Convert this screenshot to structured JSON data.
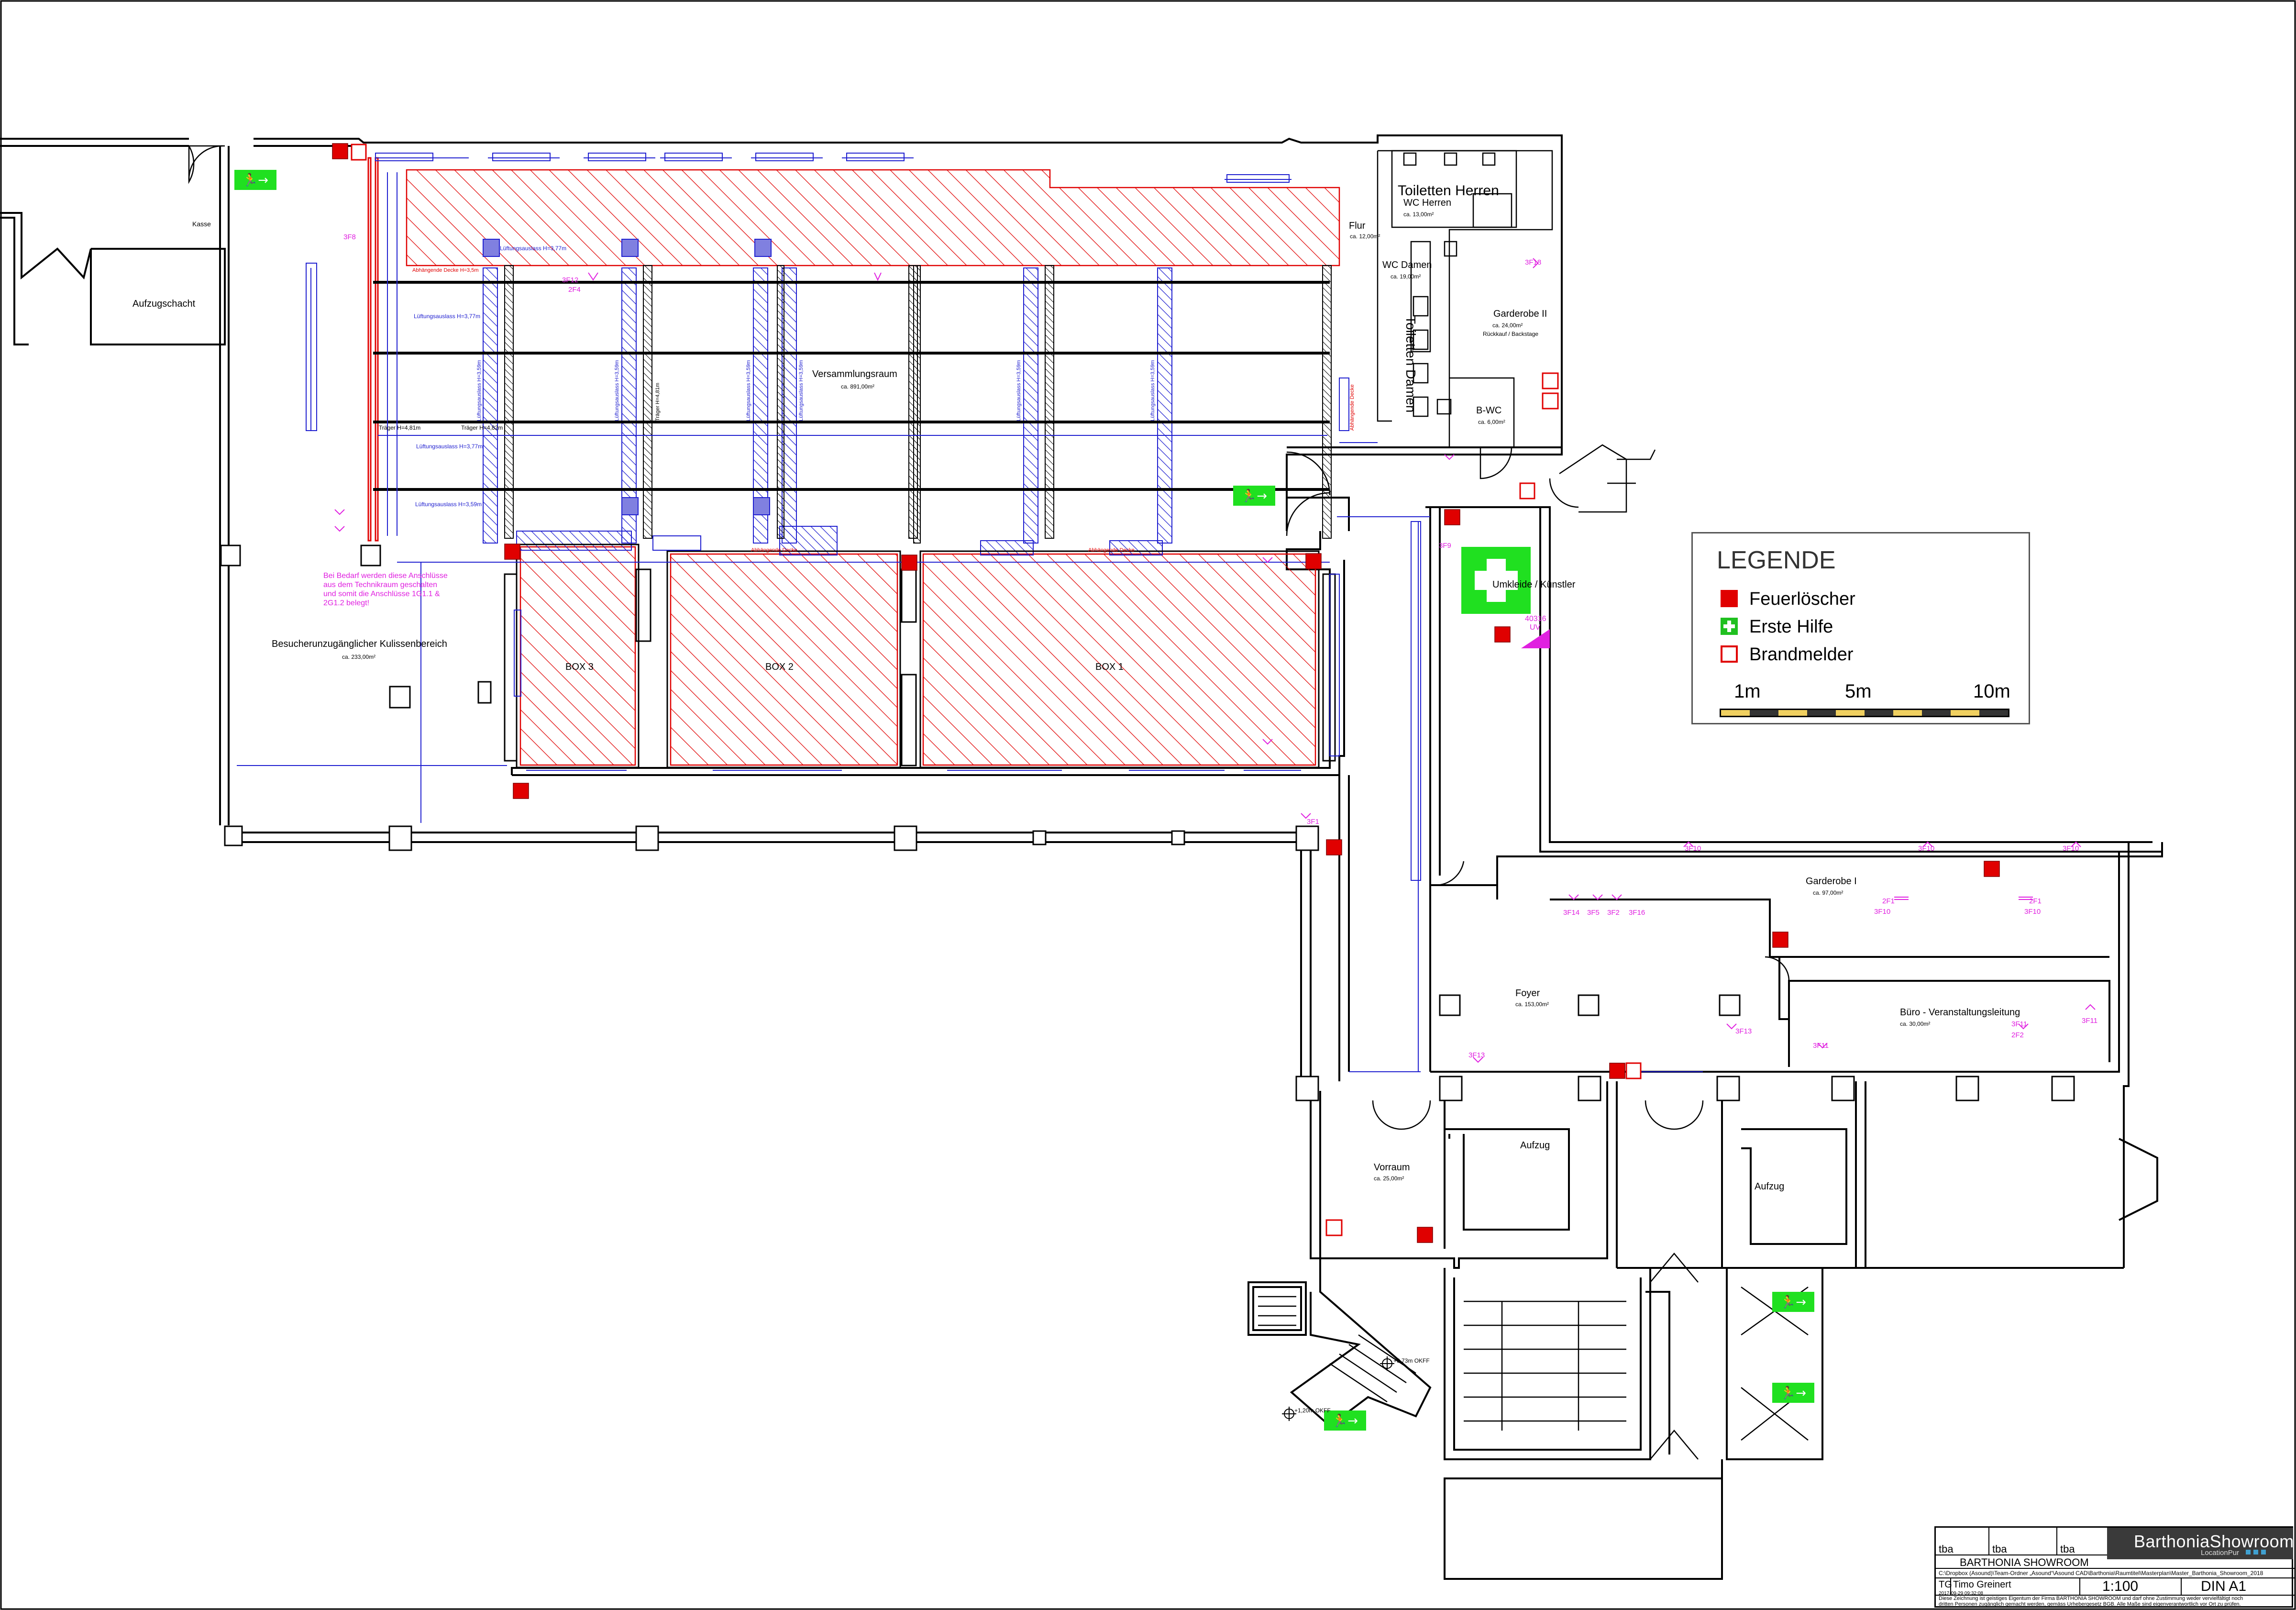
{
  "rooms": {
    "kasse": "Kasse",
    "aufzugschacht": "Aufzugschacht",
    "versammlungsraum": "Versammlungsraum",
    "versammlungsraum_area": "ca. 891,00m²",
    "kulissen": "Besucherunzugänglicher Kulissenbereich",
    "kulissen_area": "ca. 233,00m²",
    "box3": "BOX 3",
    "box2": "BOX 2",
    "box1": "BOX 1",
    "toiletten_herren": "Toiletten Herren",
    "wc_herren": "WC Herren",
    "wc_herren_area": "ca. 13,00m²",
    "flur": "Flur",
    "flur_area": "ca. 12,00m²",
    "wc_damen": "WC Damen",
    "wc_damen_area": "ca. 19,00m²",
    "toiletten_damen": "Toiletten Damen",
    "garderobe2": "Garderobe II",
    "garderobe2_area": "ca. 24,00m²",
    "garderobe2_note": "Rückkauf / Backstage",
    "bwc": "B-WC",
    "bwc_area": "ca. 6,00m²",
    "umkleide": "Umkleide / Künstler",
    "garderobe1": "Garderobe I",
    "garderobe1_area": "ca. 97,00m²",
    "foyer": "Foyer",
    "foyer_area": "ca. 153,00m²",
    "buero": "Büro - Veranstaltungsleitung",
    "buero_area": "ca. 30,00m²",
    "vorraum": "Vorraum",
    "vorraum_area": "ca. 25,00m²",
    "aufzug1": "Aufzug",
    "aufzug2": "Aufzug"
  },
  "annotations": {
    "abhaengende_decke": "Abhängende Decke H=3,5m",
    "abhaengende_decke_short": "Abhängende Decke",
    "lueftung_377": "Lüftungsauslass H=3,77m",
    "lueftung_359": "Lüftungsauslass H=3,59m",
    "traeger_481": "Träger H=4,81m",
    "traeger_other": "Träger H=4,82m",
    "anschluss_note_1": "Bei Bedarf werden diese Anschlüsse",
    "anschluss_note_2": "aus dem Technikraum geschalten",
    "anschluss_note_3": "und somit die Anschlüsse 1G1.1 &",
    "anschluss_note_4": "2G1.2 belegt!",
    "uv_label": "40316",
    "uv_label2": "UV",
    "level_1": "+3,73m OKFF",
    "level_2": "+1,20m OKFF"
  },
  "sockets": [
    "3F8",
    "3F12",
    "2F4",
    "3F9",
    "3F18",
    "3F1",
    "3F10",
    "3F10",
    "3F10",
    "3F14",
    "3F5",
    "3F2",
    "3F16",
    "2F1",
    "3F10",
    "2F1",
    "3F10",
    "3F13",
    "3F13",
    "3F11",
    "3F11",
    "3F11",
    "2F2"
  ],
  "legend": {
    "title": "LEGENDE",
    "items": [
      {
        "label": "Feuerlöscher",
        "icon": "fire-extinguisher-icon",
        "color": "#e00000"
      },
      {
        "label": "Erste Hilfe",
        "icon": "first-aid-icon",
        "color": "#20c020"
      },
      {
        "label": "Brandmelder",
        "icon": "smoke-detector-icon",
        "color": "#e00000"
      }
    ],
    "scale_labels": [
      "1m",
      "5m",
      "10m"
    ]
  },
  "titleblock": {
    "cell_a": "tba",
    "cell_b": "tba",
    "cell_c": "tba",
    "project": "BARTHONIA SHOWROOM",
    "path": "C:\\Dropbox (Asound)\\Team-Ordner „Asound“\\Asound CAD\\Barthonia\\Raumtitel\\Masterplan\\Master_Barthonia_Showroom_2018",
    "initials": "TG",
    "author": "Timo Greinert",
    "scale": "1:100",
    "format": "DIN A1",
    "date": "2017-09-29 09:32:08",
    "disclaimer_1": "Diese Zeichnung ist geistiges Eigentum der Firma BARTHONIA SHOWROOM und darf ohne Zustimmung weder vervielfältigt noch",
    "disclaimer_2": "dritten Personen zugänglich gemacht werden, gemäss Urhebergesetz BGB. Alle Maße sind eigenverantwortlich vor Ort zu prüfen.",
    "brand_name": "BarthoniaShowroom",
    "brand_sub": "LocationPur"
  },
  "colors": {
    "wall": "#000000",
    "hatch_red": "#e00000",
    "hatch_blue": "#2020d0",
    "annotation_magenta": "#e020e0",
    "emergency_green": "#20e020",
    "fire_red": "#e00000"
  }
}
